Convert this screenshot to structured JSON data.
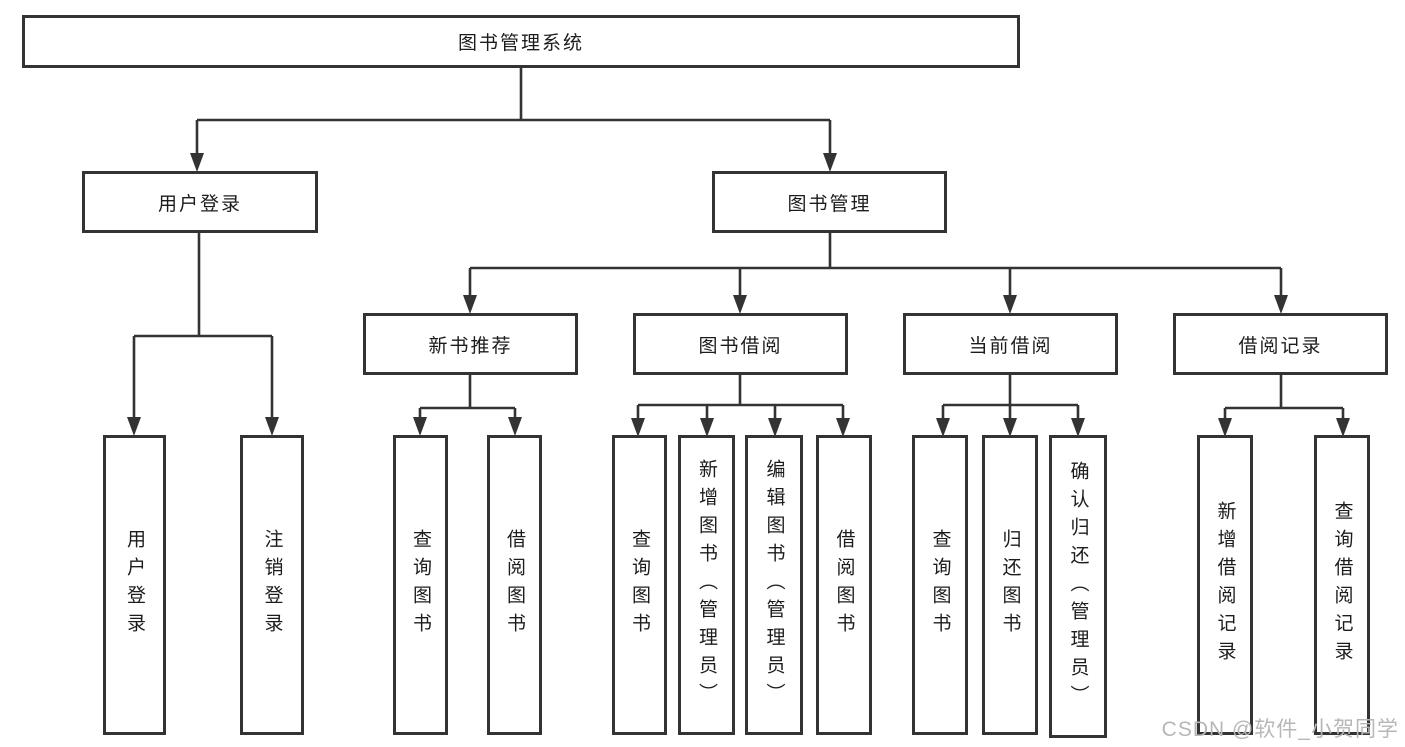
{
  "diagram": {
    "title": "图书管理系统",
    "branches": [
      {
        "label": "用户登录",
        "children": [
          {
            "label": "用户登录"
          },
          {
            "label": "注销登录"
          }
        ]
      },
      {
        "label": "图书管理",
        "children": [
          {
            "label": "新书推荐",
            "children": [
              {
                "label": "查询图书"
              },
              {
                "label": "借阅图书"
              }
            ]
          },
          {
            "label": "图书借阅",
            "children": [
              {
                "label": "查询图书"
              },
              {
                "label": "新增图书（管理员）"
              },
              {
                "label": "编辑图书（管理员）"
              },
              {
                "label": "借阅图书"
              }
            ]
          },
          {
            "label": "当前借阅",
            "children": [
              {
                "label": "查询图书"
              },
              {
                "label": "归还图书"
              },
              {
                "label": "确认归还（管理员）"
              }
            ]
          },
          {
            "label": "借阅记录",
            "children": [
              {
                "label": "新增借阅记录"
              },
              {
                "label": "查询借阅记录"
              }
            ]
          }
        ]
      }
    ],
    "colors": {
      "line": "#333333",
      "box_border": "#333333",
      "text": "#1c1c1c",
      "watermark": "#b7b7b7"
    }
  },
  "watermark": {
    "text": "CSDN @软件_小贺同学"
  }
}
